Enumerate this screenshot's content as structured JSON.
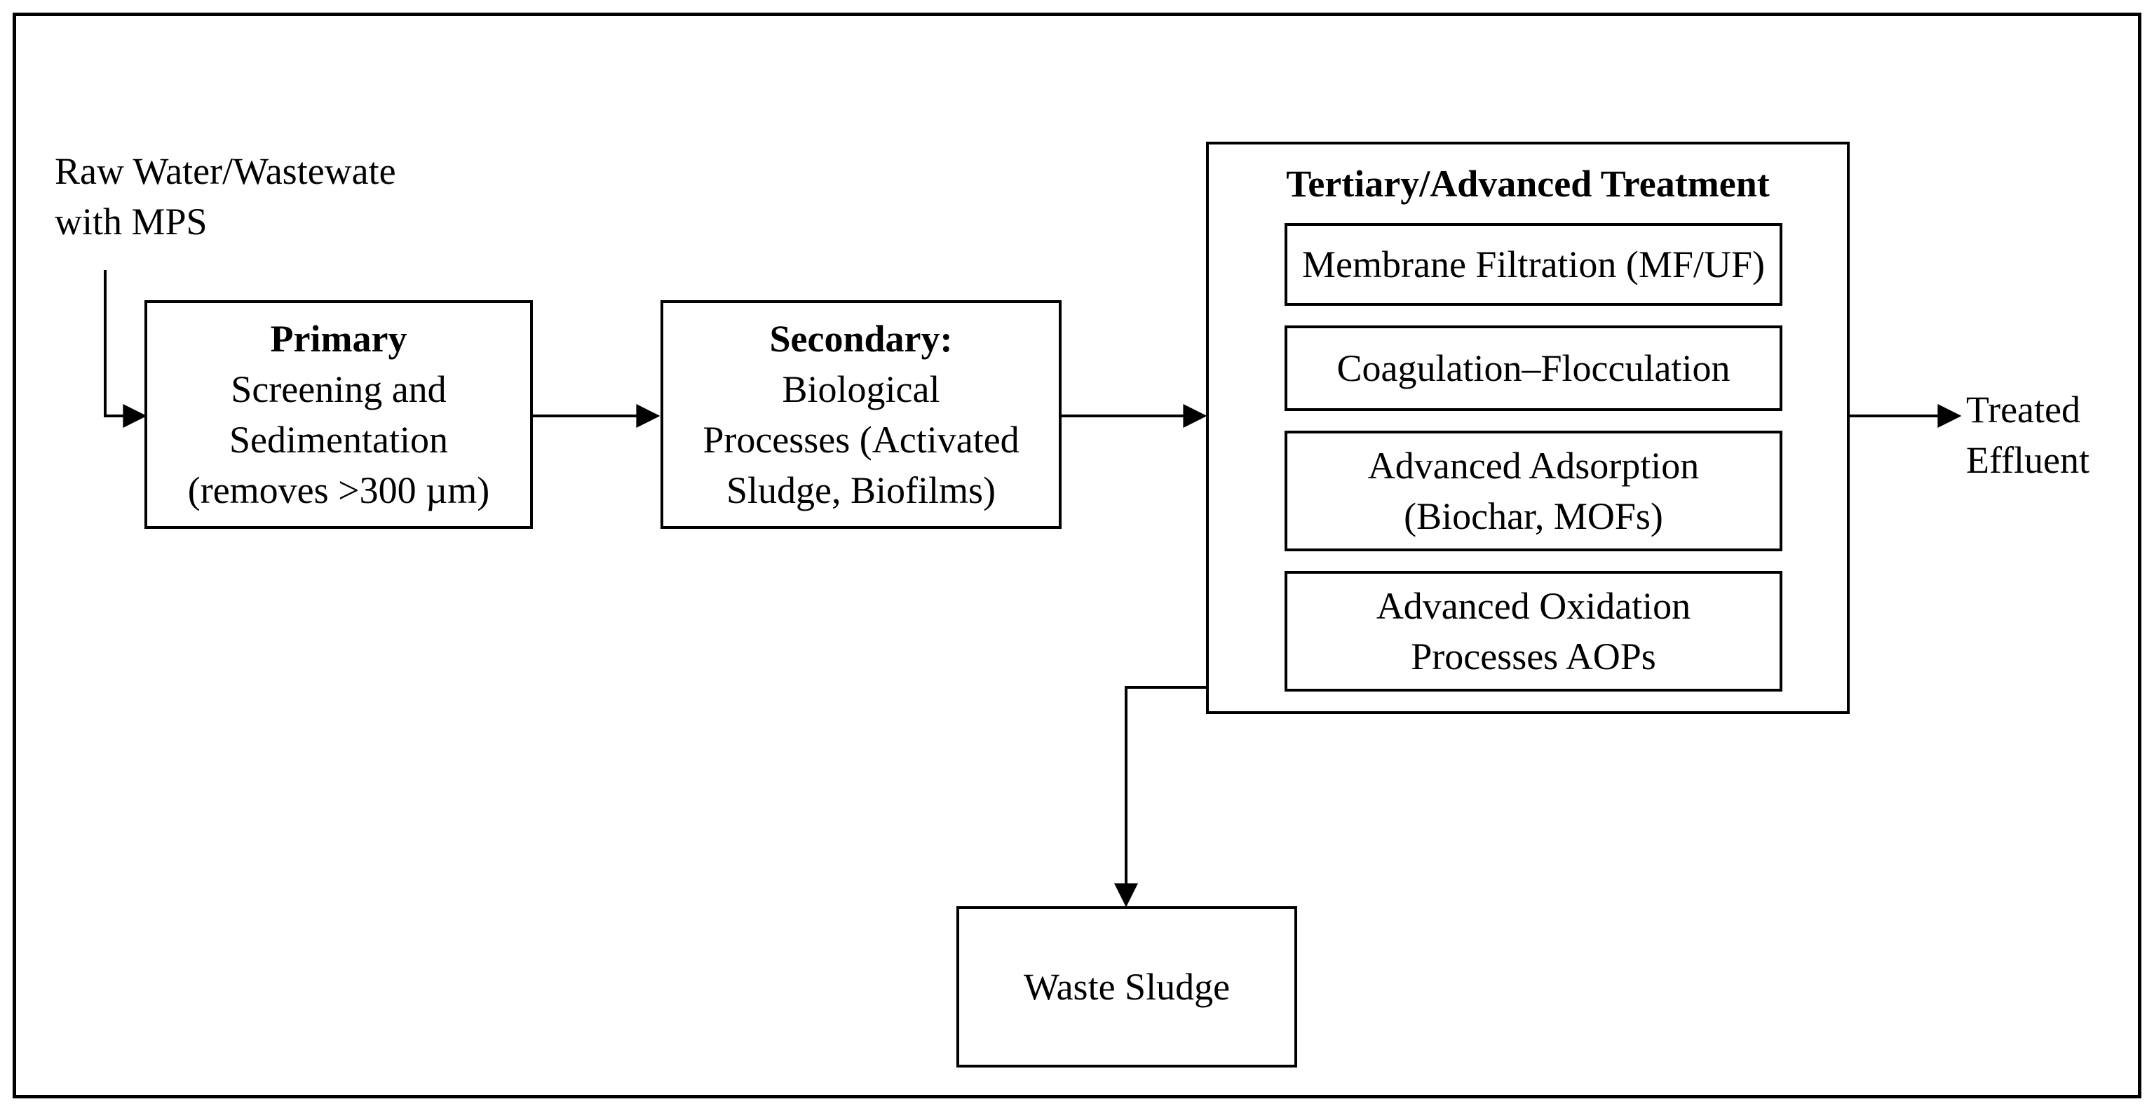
{
  "diagram": {
    "input": {
      "lines": [
        "Raw Water/Wastewate",
        "with MPS"
      ]
    },
    "primary": {
      "title": "Primary",
      "lines": [
        "Screening and",
        "Sedimentation",
        "(removes >300 µm)"
      ]
    },
    "secondary": {
      "title": "Secondary:",
      "lines": [
        "Biological",
        "Processes (Activated",
        "Sludge, Biofilms)"
      ]
    },
    "tertiary": {
      "title": "Tertiary/Advanced Treatment",
      "items": [
        {
          "lines": [
            "Membrane Filtration (MF/UF)"
          ]
        },
        {
          "lines": [
            "Coagulation–Flocculation"
          ]
        },
        {
          "lines": [
            "Advanced Adsorption",
            "(Biochar, MOFs)"
          ]
        },
        {
          "lines": [
            "Advanced Oxidation",
            "Processes AOPs"
          ]
        }
      ]
    },
    "output": {
      "lines": [
        "Treated",
        "Effluent"
      ]
    },
    "sludge": {
      "label": "Waste Sludge"
    },
    "colors": {
      "stroke": "#000000",
      "background": "#ffffff"
    }
  }
}
